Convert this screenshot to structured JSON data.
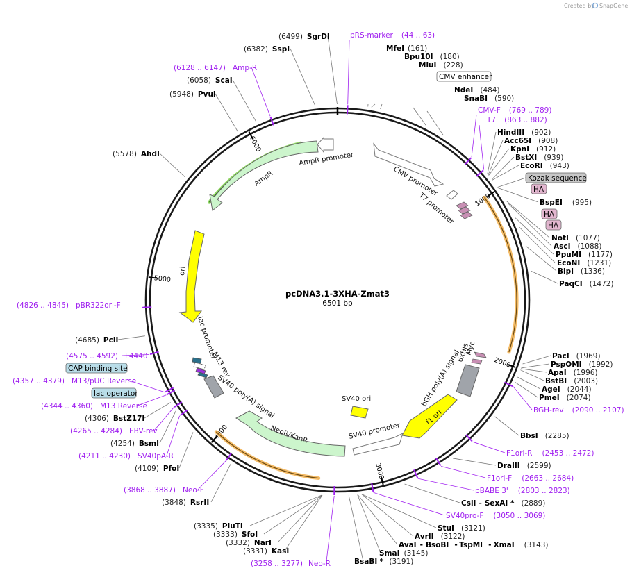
{
  "credit": {
    "prefix": "Created by",
    "brand": "SnapGene"
  },
  "plasmid": {
    "name": "pcDNA3.1-3XHA-Zmat3",
    "size_label": "6501 bp",
    "length": 6501
  },
  "ticks": [
    {
      "bp": 1000,
      "label": "1000"
    },
    {
      "bp": 2000,
      "label": "2000"
    },
    {
      "bp": 3000,
      "label": "3000"
    },
    {
      "bp": 4000,
      "label": "4000"
    },
    {
      "bp": 5000,
      "label": "5000"
    },
    {
      "bp": 6000,
      "label": "6000"
    }
  ],
  "colors": {
    "backbone": "#1a1a1a",
    "promoter": "#ffffff",
    "marker": "#ccf5cc",
    "ori": "#ffff00",
    "polyA": "#a0a4aa",
    "tag": "#d8a6c8",
    "feature_box": "#b9dde8",
    "orf_highlight": "#f2b04d",
    "ampr_highlight": "#7cd14a",
    "primer": "#a020f0"
  },
  "features": [
    {
      "name": "CMV enhancer",
      "kind": "boxed"
    },
    {
      "name": "CMV promoter",
      "kind": "promoter"
    },
    {
      "name": "T7 promoter",
      "kind": "promoter"
    },
    {
      "name": "Kozak sequence",
      "kind": "boxed-gray"
    },
    {
      "name": "HA",
      "kind": "tag"
    },
    {
      "name": "HA",
      "kind": "tag"
    },
    {
      "name": "HA",
      "kind": "tag"
    },
    {
      "name": "Myc",
      "kind": "tag"
    },
    {
      "name": "6xHis",
      "kind": "tag"
    },
    {
      "name": "bGH poly(A) signal",
      "kind": "polyA"
    },
    {
      "name": "f1 ori",
      "kind": "ori"
    },
    {
      "name": "SV40 promoter",
      "kind": "promoter"
    },
    {
      "name": "SV40 ori",
      "kind": "ori"
    },
    {
      "name": "NeoR/KanR",
      "kind": "marker"
    },
    {
      "name": "SV40 poly(A) signal",
      "kind": "polyA"
    },
    {
      "name": "M13 rev",
      "kind": "primer-site"
    },
    {
      "name": "lac promoter",
      "kind": "promoter"
    },
    {
      "name": "ori",
      "kind": "ori"
    },
    {
      "name": "AmpR",
      "kind": "marker"
    },
    {
      "name": "AmpR promoter",
      "kind": "promoter"
    },
    {
      "name": "CAP binding site",
      "kind": "boxed"
    },
    {
      "name": "lac operator",
      "kind": "boxed"
    }
  ],
  "sites_right": [
    {
      "name": "MfeI",
      "pos": "(161)"
    },
    {
      "name": "Bpu10I",
      "pos": "(180)"
    },
    {
      "name": "MluI",
      "pos": "(228)"
    },
    {
      "name": "NdeI",
      "pos": "(484)"
    },
    {
      "name": "SnaBI",
      "pos": "(590)"
    },
    {
      "name": "HindIII",
      "pos": "(902)"
    },
    {
      "name": "Acc65I",
      "pos": "(908)"
    },
    {
      "name": "KpnI",
      "pos": "(912)"
    },
    {
      "name": "BstXI",
      "pos": "(939)"
    },
    {
      "name": "EcoRI",
      "pos": "(943)"
    },
    {
      "name": "BspEI",
      "pos": "(995)"
    },
    {
      "name": "NotI",
      "pos": "(1077)"
    },
    {
      "name": "AscI",
      "pos": "(1088)"
    },
    {
      "name": "PpuMI",
      "pos": "(1177)"
    },
    {
      "name": "EcoNI",
      "pos": "(1231)"
    },
    {
      "name": "BlpI",
      "pos": "(1336)"
    },
    {
      "name": "PaqCI",
      "pos": "(1472)"
    },
    {
      "name": "PacI",
      "pos": "(1969)"
    },
    {
      "name": "PspOMI",
      "pos": "(1992)"
    },
    {
      "name": "ApaI",
      "pos": "(1996)"
    },
    {
      "name": "BstBI",
      "pos": "(2003)"
    },
    {
      "name": "AgeI",
      "pos": "(2044)"
    },
    {
      "name": "PmeI",
      "pos": "(2074)"
    },
    {
      "name": "BbsI",
      "pos": "(2285)"
    },
    {
      "name": "DraIII",
      "pos": "(2599)"
    },
    {
      "name": "StuI",
      "pos": "(3121)"
    },
    {
      "name": "AvrII",
      "pos": "(3122)"
    }
  ],
  "sites_left": [
    {
      "name": "SgrDI",
      "pos": "(6499)"
    },
    {
      "name": "SspI",
      "pos": "(6382)"
    },
    {
      "name": "ScaI",
      "pos": "(6058)"
    },
    {
      "name": "PvuI",
      "pos": "(5948)"
    },
    {
      "name": "AhdI",
      "pos": "(5578)"
    },
    {
      "name": "PciI",
      "pos": "(4685)"
    },
    {
      "name": "BstZ17I",
      "pos": "(4306)"
    },
    {
      "name": "BsmI",
      "pos": "(4254)"
    },
    {
      "name": "PfoI",
      "pos": "(4109)"
    },
    {
      "name": "RsrII",
      "pos": "(3848)"
    },
    {
      "name": "PluTI",
      "pos": "(3335)"
    },
    {
      "name": "SfoI",
      "pos": "(3333)"
    },
    {
      "name": "NarI",
      "pos": "(3332)"
    },
    {
      "name": "KasI",
      "pos": "(3331)"
    },
    {
      "name": "SmaI",
      "pos": "(3145)"
    },
    {
      "name": "BsaBI *",
      "pos": "(3191)"
    }
  ],
  "multi_sites": [
    {
      "left": "CsiI",
      "right": "SexAI *",
      "pos": "(2889)"
    },
    {
      "left": "AvaI",
      "mid": "BsoBI",
      "right": "TspMI",
      "right2": "XmaI",
      "pos": "(3143)"
    }
  ],
  "primers": [
    {
      "name": "pRS-marker",
      "range": "(44 .. 63)"
    },
    {
      "name": "CMV-F",
      "range": "(769 .. 789)"
    },
    {
      "name": "T7",
      "range": "(863 .. 882)"
    },
    {
      "name": "BGH-rev",
      "range": "(2090 .. 2107)"
    },
    {
      "name": "F1ori-R",
      "range": "(2453 .. 2472)"
    },
    {
      "name": "F1ori-F",
      "range": "(2663 .. 2684)"
    },
    {
      "name": "pBABE 3'",
      "range": "(2803 .. 2823)"
    },
    {
      "name": "SV40pro-F",
      "range": "(3050 .. 3069)"
    },
    {
      "name": "Neo-R",
      "range": "(3258 .. 3277)"
    },
    {
      "name": "Neo-F",
      "range": "(3868 .. 3887)"
    },
    {
      "name": "SV40pA-R",
      "range": "(4211 .. 4230)"
    },
    {
      "name": "EBV-rev",
      "range": "(4265 .. 4284)"
    },
    {
      "name": "M13 Reverse",
      "range": "(4344 .. 4360)"
    },
    {
      "name": "M13/pUC Reverse",
      "range": "(4357 .. 4379)"
    },
    {
      "name": "L4440",
      "range": "(4575 .. 4592)"
    },
    {
      "name": "pBR322ori-F",
      "range": "(4826 .. 4845)"
    },
    {
      "name": "Amp-R",
      "range": "(6128 .. 6147)"
    }
  ]
}
